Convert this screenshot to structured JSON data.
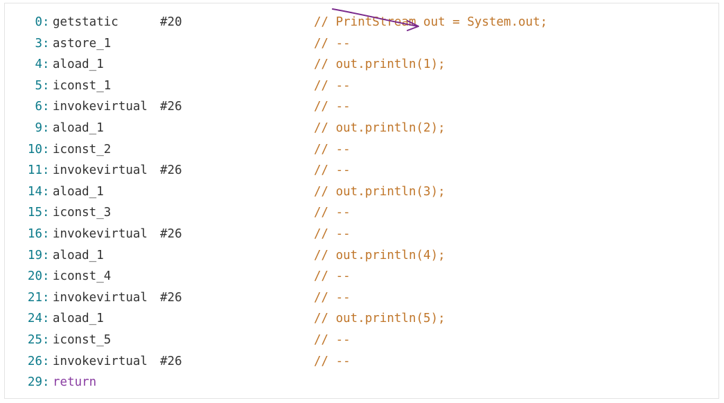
{
  "bytecode": {
    "lines": [
      {
        "offset": "0",
        "opcode": "getstatic",
        "operand": "#20",
        "comment": "// PrintStream out = System.out;"
      },
      {
        "offset": "3",
        "opcode": "astore_1",
        "operand": "",
        "comment": "// --"
      },
      {
        "offset": "4",
        "opcode": "aload_1",
        "operand": "",
        "comment": "// out.println(1);"
      },
      {
        "offset": "5",
        "opcode": "iconst_1",
        "operand": "",
        "comment": "// --"
      },
      {
        "offset": "6",
        "opcode": "invokevirtual",
        "operand": "#26",
        "comment": "// --"
      },
      {
        "offset": "9",
        "opcode": "aload_1",
        "operand": "",
        "comment": "// out.println(2);"
      },
      {
        "offset": "10",
        "opcode": "iconst_2",
        "operand": "",
        "comment": "// --"
      },
      {
        "offset": "11",
        "opcode": "invokevirtual",
        "operand": "#26",
        "comment": "// --"
      },
      {
        "offset": "14",
        "opcode": "aload_1",
        "operand": "",
        "comment": "// out.println(3);"
      },
      {
        "offset": "15",
        "opcode": "iconst_3",
        "operand": "",
        "comment": "// --"
      },
      {
        "offset": "16",
        "opcode": "invokevirtual",
        "operand": "#26",
        "comment": "// --"
      },
      {
        "offset": "19",
        "opcode": "aload_1",
        "operand": "",
        "comment": "// out.println(4);"
      },
      {
        "offset": "20",
        "opcode": "iconst_4",
        "operand": "",
        "comment": "// --"
      },
      {
        "offset": "21",
        "opcode": "invokevirtual",
        "operand": "#26",
        "comment": "// --"
      },
      {
        "offset": "24",
        "opcode": "aload_1",
        "operand": "",
        "comment": "// out.println(5);"
      },
      {
        "offset": "25",
        "opcode": "iconst_5",
        "operand": "",
        "comment": "// --"
      },
      {
        "offset": "26",
        "opcode": "invokevirtual",
        "operand": "#26",
        "comment": "// --"
      },
      {
        "offset": "29",
        "opcode": "return",
        "operand": "",
        "comment": ""
      }
    ]
  },
  "colors": {
    "offset": "#0b7a8a",
    "opcode": "#333333",
    "keyword": "#8a3ea2",
    "comment": "#c0762a",
    "annotation": "#7a2a8c"
  },
  "annotation": {
    "icon": "arrow-annotation-icon"
  }
}
